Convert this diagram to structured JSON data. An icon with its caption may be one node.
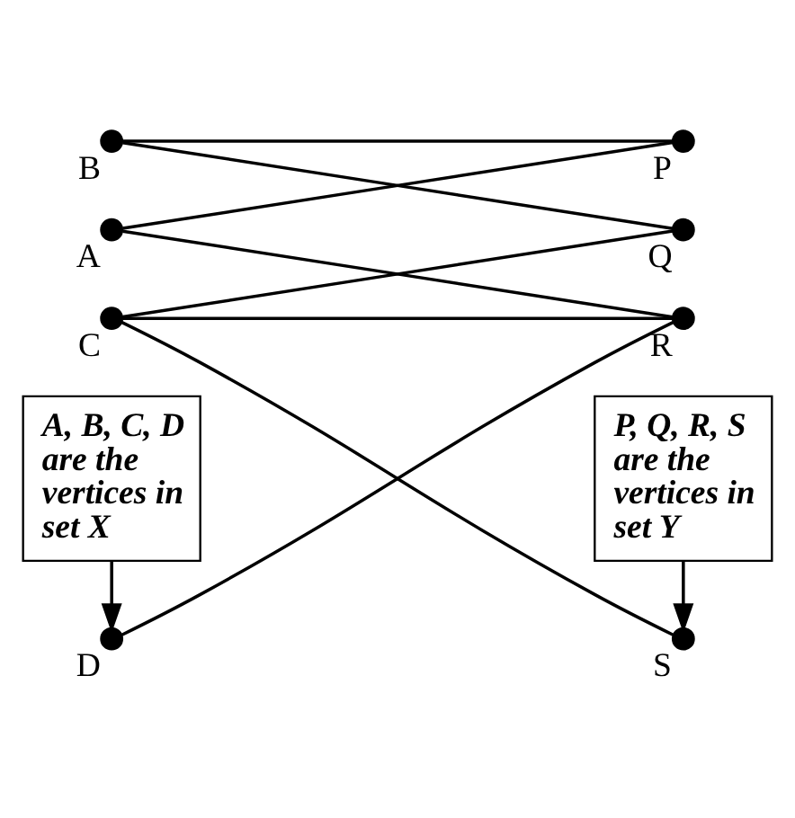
{
  "diagram": {
    "nodes": [
      {
        "text": [],
        "shape": "circle",
        "beside": [
          "A"
        ]
      },
      {
        "text": [],
        "shape": "circle",
        "beside": [
          "P"
        ]
      },
      {
        "text": [],
        "shape": "circle",
        "beside": [
          "B"
        ]
      },
      {
        "text": [],
        "shape": "circle",
        "beside": [
          "Q"
        ]
      },
      {
        "text": [],
        "shape": "circle",
        "beside": [
          "C"
        ]
      },
      {
        "text": [],
        "shape": "circle",
        "beside": [
          "R"
        ]
      },
      {
        "text": [],
        "shape": "circle",
        "beside": [
          "D"
        ]
      },
      {
        "text": [],
        "shape": "circle",
        "beside": [
          "S"
        ]
      },
      {
        "text": [
          "A, B, C, D are the vertices in set X"
        ]
      },
      {
        "text": [
          "P, Q, R, S are the vertices in set Y"
        ]
      }
    ],
    "edges": [
      {
        "from": 0,
        "to": 1,
        "arrow": "none"
      },
      {
        "from": 0,
        "to": 5,
        "arrow": "none"
      },
      {
        "from": 2,
        "to": 1,
        "arrow": "none"
      },
      {
        "from": 2,
        "to": 3,
        "arrow": "none"
      },
      {
        "from": 4,
        "to": 3,
        "arrow": "none"
      },
      {
        "from": 4,
        "to": 5,
        "arrow": "none"
      },
      {
        "from": 4,
        "to": 7,
        "arrow": "none"
      },
      {
        "from": 6,
        "to": 5,
        "arrow": "none"
      },
      {
        "from": 8,
        "to": 6,
        "arrow": "to"
      },
      {
        "from": 9,
        "to": 7,
        "arrow": "to"
      }
    ]
  }
}
